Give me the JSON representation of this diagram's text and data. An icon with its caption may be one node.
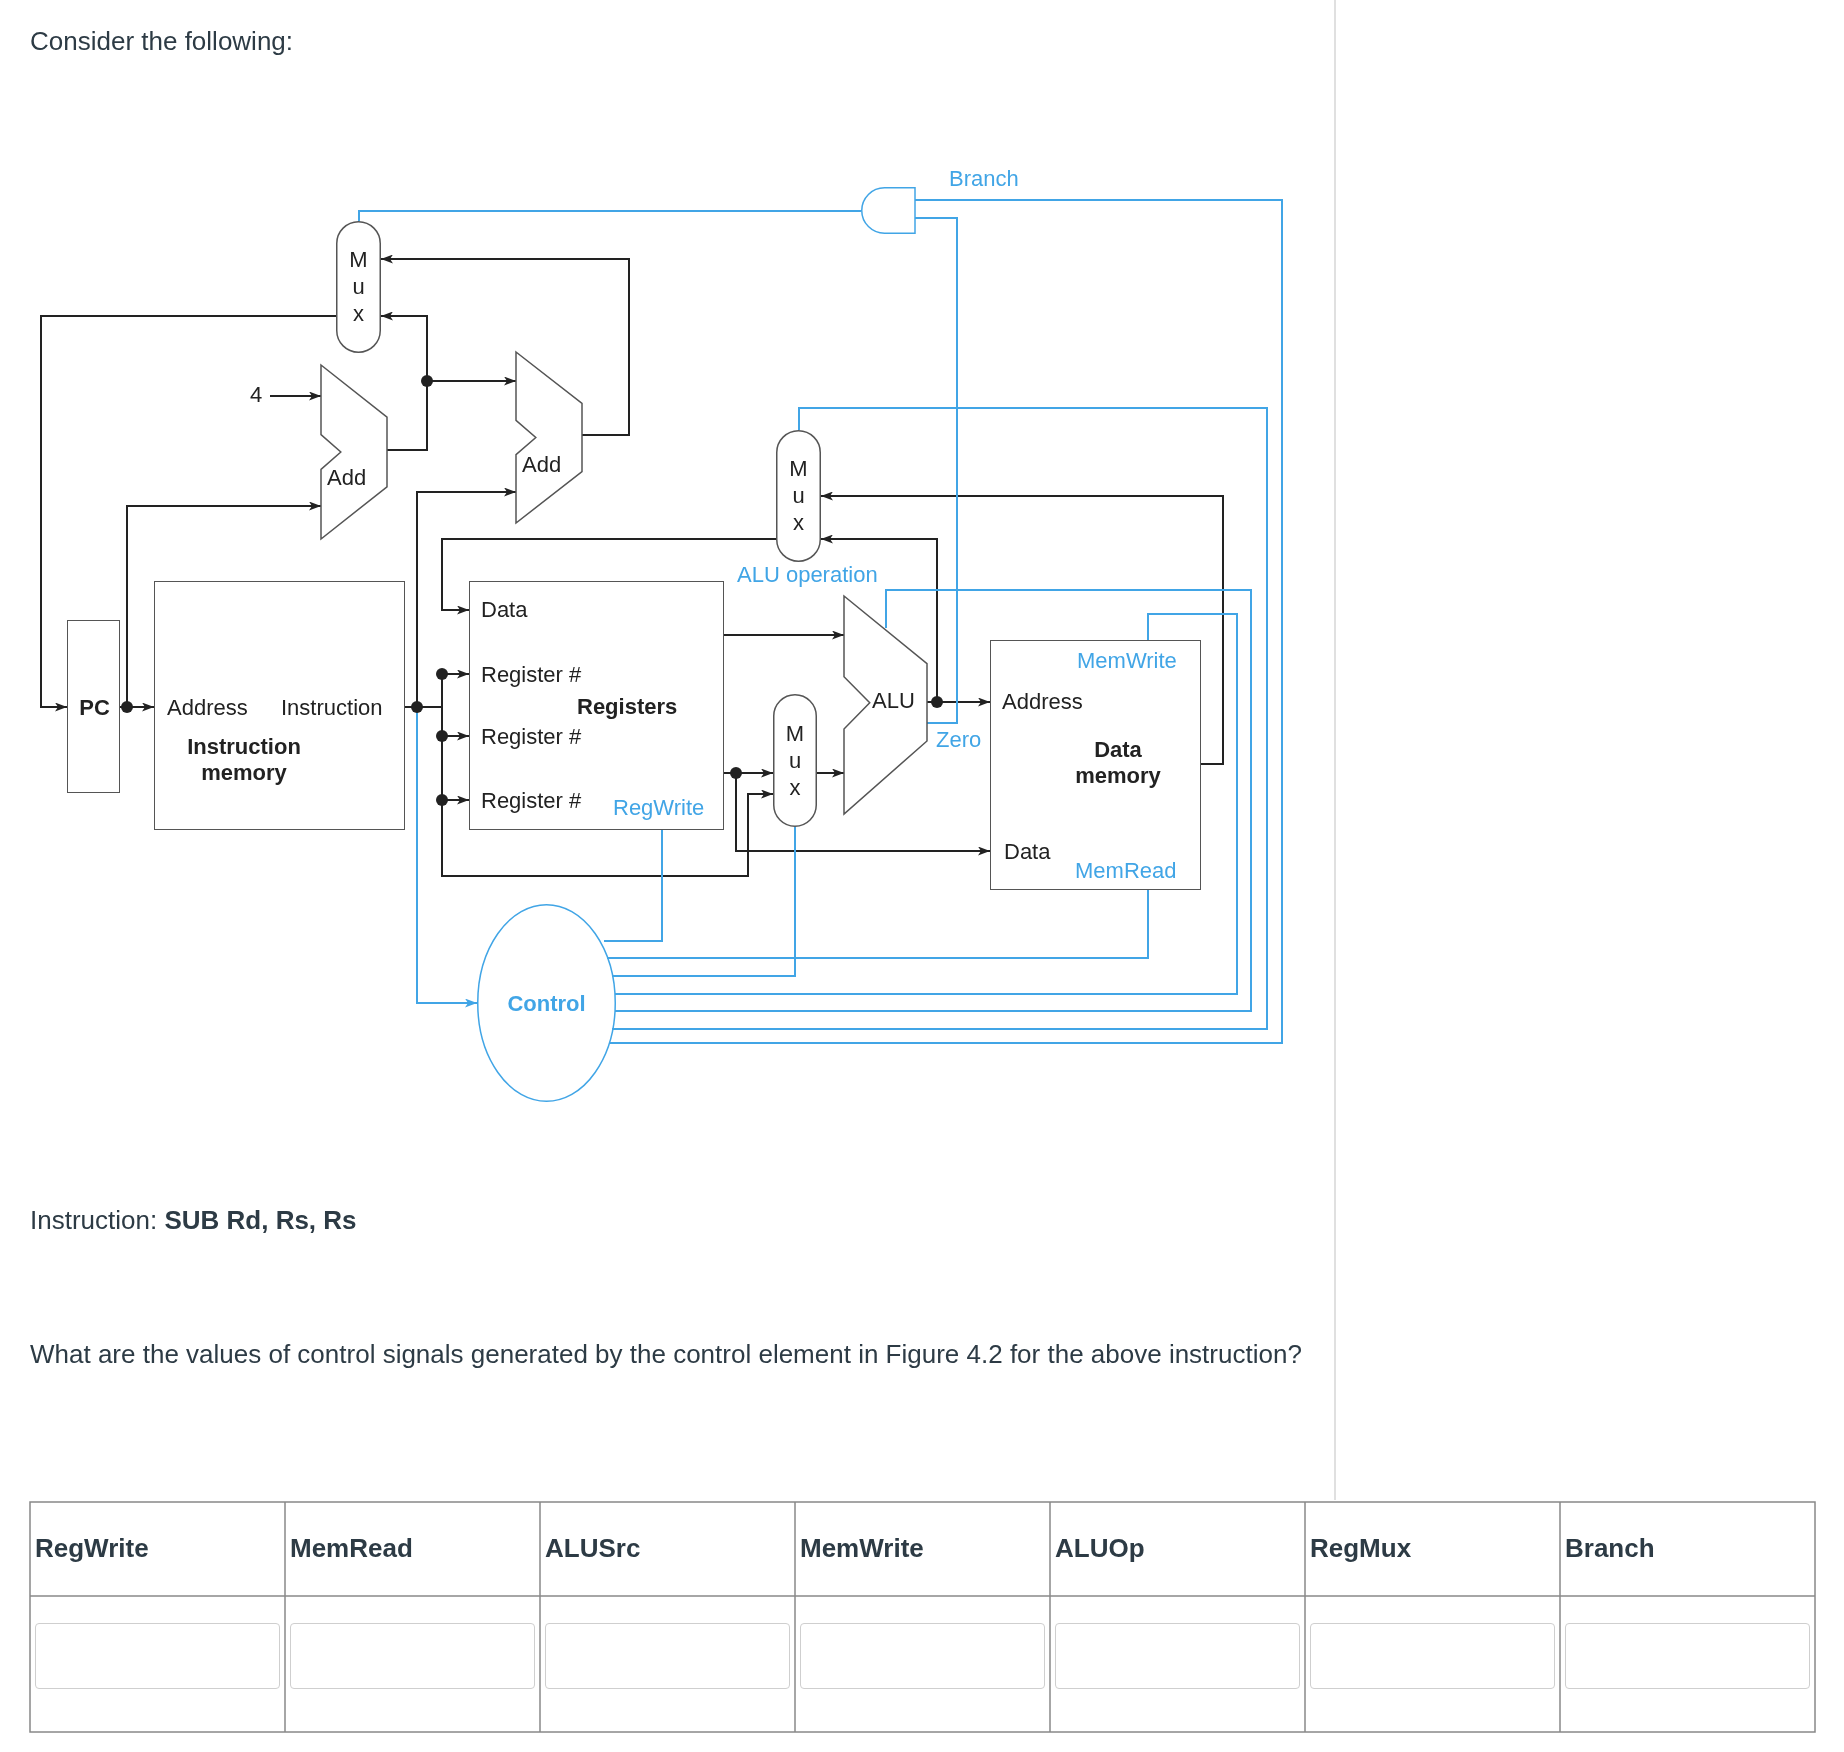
{
  "diagram": {
    "nodes": [
      {
        "text": [],
        "shape": "gate"
      },
      {
        "text": [
          "M u x"
        ]
      },
      {
        "text": [
          "4"
        ]
      },
      {
        "text": [
          "Add"
        ]
      },
      {
        "text": [
          "Add"
        ]
      },
      {
        "text": [
          "M u x"
        ]
      },
      {
        "text": [
          "PC"
        ]
      },
      {
        "text": [
          "Address",
          "Instruction",
          "Instruction memory"
        ]
      },
      {
        "text": [
          "Data",
          "Register #",
          "Register #",
          "Register #",
          "Registers",
          "RegWrite"
        ]
      },
      {
        "text": [
          "M u x"
        ]
      },
      {
        "text": [
          "ALU"
        ]
      },
      {
        "text": [
          "MemWrite",
          "Address",
          "Data memory",
          "Data",
          "MemRead"
        ]
      },
      {
        "text": [
          "Control"
        ]
      }
    ],
    "edges": [
      {
        "from": 1,
        "to": 6,
        "arrow": "to"
      },
      {
        "from": 3,
        "to": 1,
        "arrow": "to"
      },
      {
        "from": 3,
        "to": 4,
        "arrow": "to"
      },
      {
        "from": 4,
        "to": 1,
        "arrow": "to"
      },
      {
        "from": 2,
        "to": 3,
        "arrow": "to"
      },
      {
        "from": 6,
        "to": 7,
        "arrow": "to"
      },
      {
        "from": 6,
        "to": 3,
        "arrow": "to"
      },
      {
        "from": 7,
        "to": 8,
        "arrow": "to"
      },
      {
        "from": 7,
        "to": 8,
        "arrow": "to"
      },
      {
        "from": 7,
        "to": 8,
        "arrow": "to"
      },
      {
        "from": 7,
        "to": 4,
        "arrow": "to"
      },
      {
        "from": 7,
        "to": 12,
        "arrow": "to",
        "color": "#41a5e6"
      },
      {
        "from": 7,
        "to": 9,
        "arrow": "to"
      },
      {
        "from": 8,
        "to": 10,
        "arrow": "to"
      },
      {
        "from": 8,
        "to": 9,
        "arrow": "to"
      },
      {
        "from": 8,
        "to": 11,
        "arrow": "to"
      },
      {
        "from": 10,
        "to": 11,
        "arrow": "to"
      },
      {
        "from": 10,
        "to": 5,
        "arrow": "to"
      },
      {
        "from": 11,
        "to": 5,
        "arrow": "to"
      },
      {
        "from": 5,
        "to": 8,
        "arrow": "to"
      },
      {
        "from": 9,
        "to": 10,
        "arrow": "to"
      },
      {
        "from": 12,
        "to": 8,
        "arrow": "none",
        "color": "#41a5e6"
      },
      {
        "from": 12,
        "to": 11,
        "arrow": "none",
        "color": "#41a5e6"
      },
      {
        "from": 12,
        "to": 9,
        "arrow": "none",
        "color": "#41a5e6"
      },
      {
        "from": 12,
        "to": 11,
        "arrow": "none",
        "color": "#41a5e6"
      },
      {
        "from": 12,
        "to": 10,
        "arrow": "none",
        "label": "ALU operation",
        "color": "#41a5e6"
      },
      {
        "from": 12,
        "to": 5,
        "arrow": "none",
        "color": "#41a5e6"
      },
      {
        "from": 12,
        "to": 0,
        "arrow": "none",
        "label": "Branch",
        "color": "#41a5e6"
      },
      {
        "from": 10,
        "to": 0,
        "arrow": "none",
        "label": "Zero",
        "color": "#41a5e6"
      },
      {
        "from": 0,
        "to": 1,
        "arrow": "none",
        "color": "#41a5e6"
      }
    ],
    "labels": [
      "Consider the following:",
      "Instruction: **SUB Rd, Rs, Rs**",
      "What are the values of control signals generated by the control element in Figure 4.2 for the above instruction?",
      "RegWrite",
      "MemRead",
      "ALUSrc",
      "MemWrite",
      "ALUOp",
      "RegMux",
      "Branch"
    ]
  }
}
